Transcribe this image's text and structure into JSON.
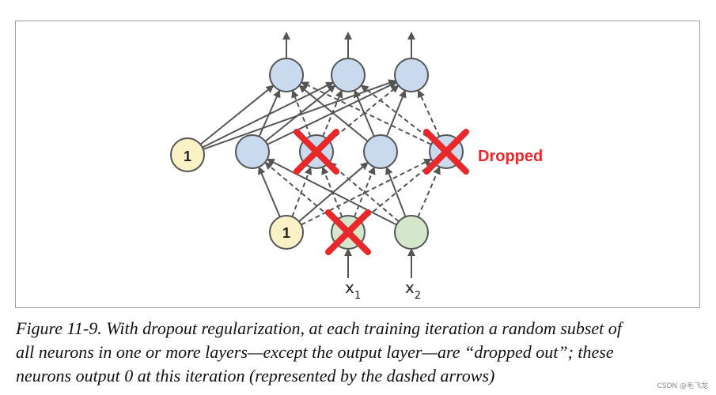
{
  "diagram": {
    "bias_hidden_label": "1",
    "bias_input_label": "1",
    "input_x1_label": "x",
    "input_x1_sub": "1",
    "input_x2_label": "x",
    "input_x2_sub": "2",
    "dropped_label": "Dropped"
  },
  "caption": {
    "line1": "Figure 11-9. With dropout regularization, at each training iteration a random subset of",
    "line2": "all neurons in one or more layers—except the output layer—are “dropped out”; these",
    "line3": "neurons output 0 at this iteration (represented by the dashed arrows)"
  },
  "watermark": "CSDN @毛飞龙",
  "colors": {
    "neuron_blue": "#c9d9ee",
    "neuron_green": "#d4e6cc",
    "bias_yellow": "#fbf1c7",
    "cross_red": "#e8282a",
    "arrow_gray": "#555555"
  }
}
